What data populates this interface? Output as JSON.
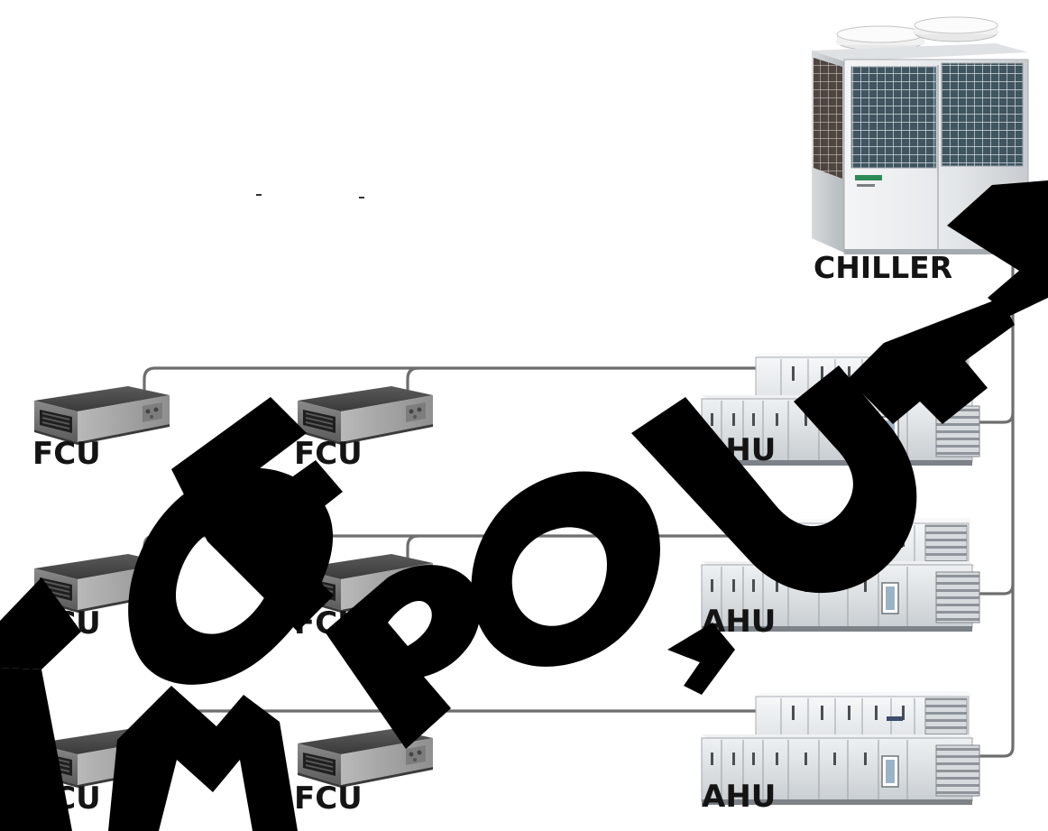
{
  "diagram": {
    "chiller": {
      "label": "CHILLER"
    },
    "rows": [
      {
        "fcu_labels": [
          "FCU",
          "FCU"
        ],
        "ahu_label": "AHU"
      },
      {
        "fcu_labels": [
          "FCU",
          "FCU"
        ],
        "ahu_label": "AHU"
      },
      {
        "fcu_labels": [
          "FCU",
          "FCU"
        ],
        "ahu_label": "AHU"
      }
    ]
  },
  "watermark": {
    "text": "... Y OF ... MPO, UAP"
  }
}
